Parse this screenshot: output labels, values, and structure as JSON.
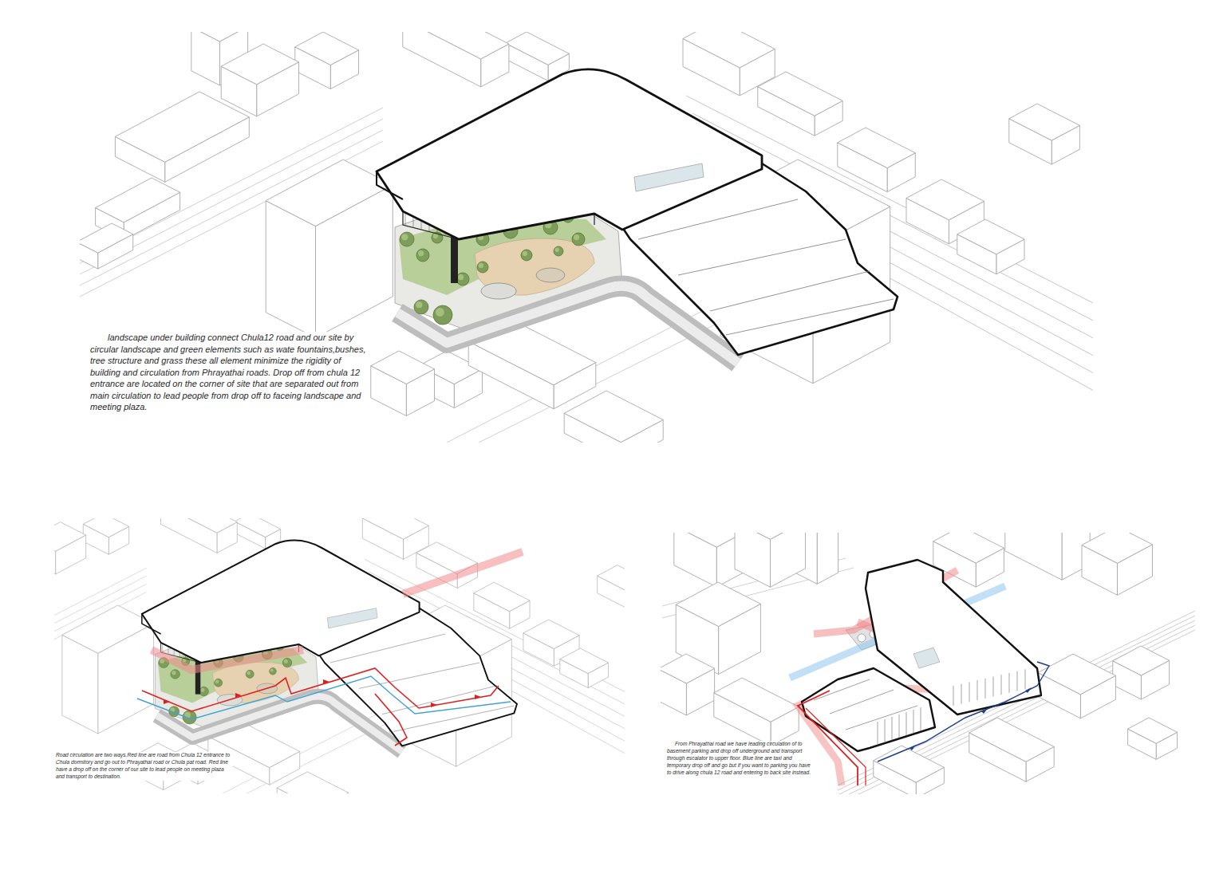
{
  "diagram": {
    "labels": [
      "landscape under building connect Chula12 road and our site by circular landscape and green elements such as wate fountains,bushes, tree structure and grass these all element minimize the rigidity of building and circulation from Phrayathai roads. Drop off from chula 12 entrance are located on the corner of site that are separated out from main circulation to lead people from drop off to faceing landscape and meeting plaza.",
      "Road circulation are two ways.Red line are road from Chula 12 entrance to Chula dormitory and go out to Phrayathai road or Chula pat road. Red line have a drop off on the corner of our site to lead people on meeting plaza and transport to destination.",
      "From Phrayathai road we have leading circulation of to basement parking and drop off underground and transport through escalator to upper floor. Blue line are taxi and temporary drop off and go but if you want to parking you have to drive along chula 12 road and entering to back site instead."
    ]
  }
}
